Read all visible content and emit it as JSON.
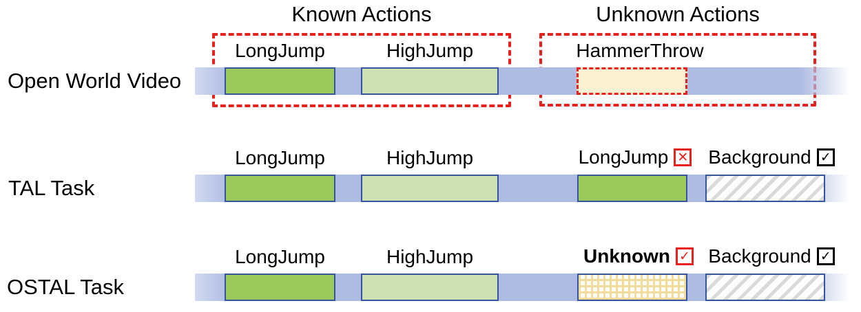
{
  "titles": {
    "known": "Known Actions",
    "unknown": "Unknown Actions"
  },
  "rows": [
    {
      "label": "Open World Video",
      "segments": [
        {
          "label": "LongJump",
          "type": "known-action",
          "color": "#9cc95c"
        },
        {
          "label": "HighJump",
          "type": "known-action",
          "color": "#cfe0b5"
        },
        {
          "label": "HammerThrow",
          "type": "unknown-action",
          "color": "#faf0d2"
        }
      ]
    },
    {
      "label": "TAL Task",
      "segments": [
        {
          "label": "LongJump",
          "color": "#9cc95c"
        },
        {
          "label": "HighJump",
          "color": "#cfe0b5"
        },
        {
          "label": "LongJump",
          "verdict": "incorrect",
          "color": "#9cc95c"
        },
        {
          "label": "Background",
          "verdict": "correct",
          "pattern": "diagonal-hatch"
        }
      ]
    },
    {
      "label": "OSTAL Task",
      "segments": [
        {
          "label": "LongJump",
          "color": "#9cc95c"
        },
        {
          "label": "HighJump",
          "color": "#cfe0b5"
        },
        {
          "label": "Unknown",
          "verdict": "correct",
          "pattern": "yellow-grid"
        },
        {
          "label": "Background",
          "verdict": "correct",
          "pattern": "diagonal-hatch"
        }
      ]
    }
  ],
  "icons": {
    "cross": "✕",
    "check": "✓"
  },
  "colors": {
    "timeline_bar": "#aebbe2",
    "segment_border": "#35539f",
    "known_action_green": "#9cc95c",
    "known_action_light_green": "#cfe0b5",
    "unknown_action_cream": "#faf0d2",
    "unknown_grid_yellow": "#f1dc9e",
    "background_hatch_gray": "#d9d9d9",
    "highlight_red": "#e6211e",
    "text": "#000000"
  }
}
